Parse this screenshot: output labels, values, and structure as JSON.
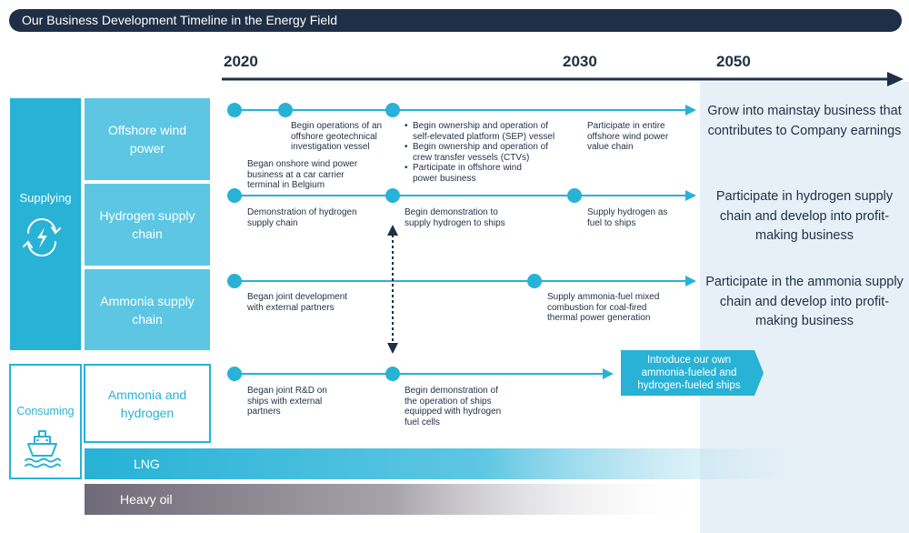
{
  "title": "Our Business Development Timeline in the Energy Field",
  "years": [
    "2020",
    "2030",
    "2050"
  ],
  "groups": {
    "supplying": "Supplying",
    "consuming": "Consuming"
  },
  "rows": {
    "offshore_wind": "Offshore wind power",
    "hydrogen": "Hydrogen supply chain",
    "ammonia": "Ammonia supply chain",
    "ammonia_hydrogen": "Ammonia and hydrogen",
    "lng": "LNG",
    "heavy_oil": "Heavy oil"
  },
  "milestones": {
    "wind_geotech": "Begin operations of an offshore geotechnical investigation vessel",
    "wind_belgium": "Began onshore wind power business at a car carrier terminal in Belgium",
    "wind_bullets": [
      "Begin ownership and operation of self-elevated platform (SEP) vessel",
      "Begin ownership and operation of crew transfer vessels (CTVs)",
      "Participate in offshore wind power business"
    ],
    "wind_value_chain": "Participate in entire offshore wind power value chain",
    "h2_demo": "Demonstration of hydrogen supply chain",
    "h2_ships": "Begin demonstration to supply hydrogen to ships",
    "h2_fuel": "Supply hydrogen as fuel to ships",
    "nh3_joint": "Began joint development with external partners",
    "nh3_mixed": "Supply ammonia-fuel mixed combustion for coal-fired thermal power generation",
    "ah_rd": "Began joint R&D on ships with external partners",
    "ah_fuelcells": "Begin demonstration of the operation of ships equipped with hydrogen fuel cells",
    "ah_own_ships": "Introduce our own ammonia-fueled and hydrogen-fueled ships"
  },
  "goals": {
    "offshore_wind": "Grow into mainstay business that contributes to Company earnings",
    "hydrogen": "Participate in hydrogen supply chain and develop into profit-making business",
    "ammonia": "Participate in the ammonia supply chain and develop into profit-making business"
  },
  "colors": {
    "navy": "#1f2f45",
    "accent": "#27b2d6",
    "box_fill": "#5cc6e3",
    "goal_bg": "#e7f0f7",
    "oil_grey": "#7b7782"
  },
  "icons": {
    "supplying": "renewable-energy-icon",
    "consuming": "ship-icon"
  }
}
